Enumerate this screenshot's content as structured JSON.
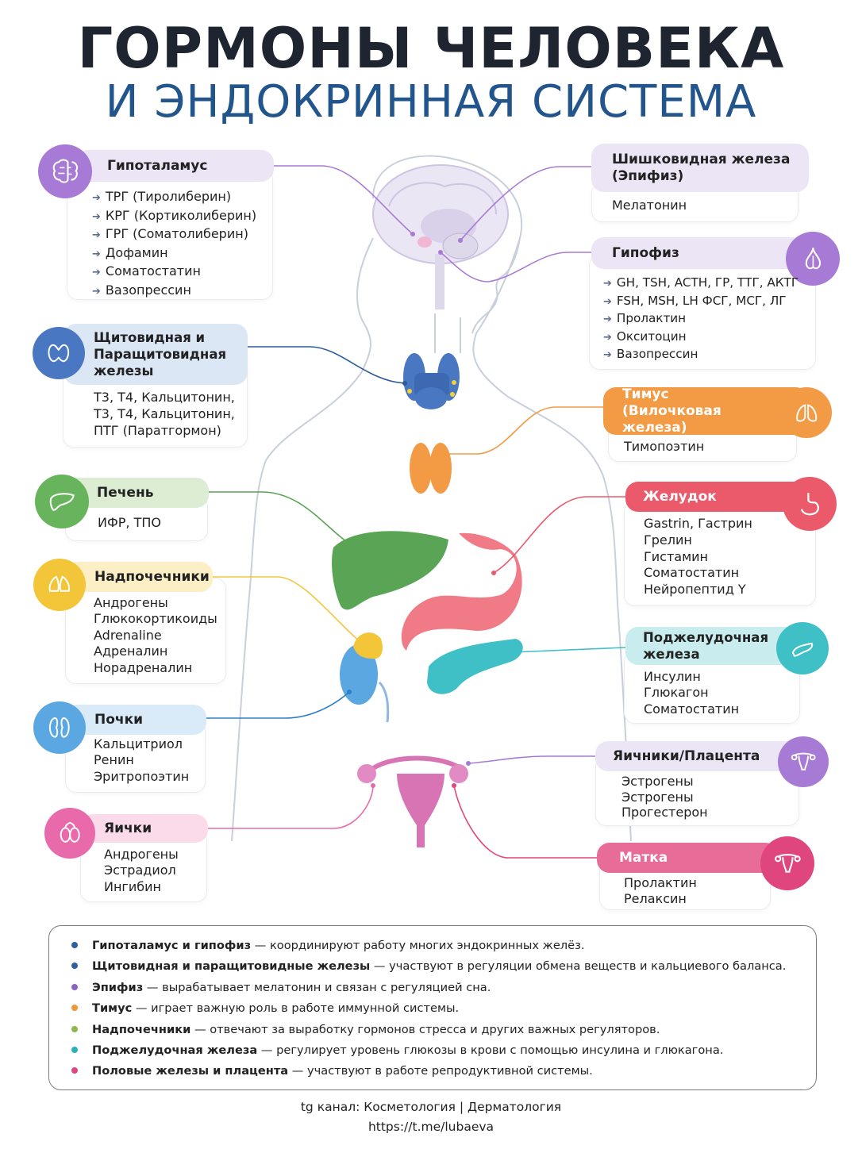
{
  "title": {
    "line1": "ГОРМОНЫ ЧЕЛОВЕКА",
    "line2": "И ЭНДОКРИННАЯ СИСТЕМА"
  },
  "glands": {
    "hypothalamus": {
      "name": "Гипоталамус",
      "items": [
        "ТРГ (Тиролиберин)",
        "КРГ (Кортиколиберин)",
        "ГРГ (Соматолиберин)",
        "Дофамин",
        "Соматостатин",
        "Вазопрессин"
      ],
      "icon": "brain-icon"
    },
    "pineal": {
      "name": "Шишковидная железа (Эпифиз)",
      "items": [
        "Мелатонин"
      ]
    },
    "pituitary": {
      "name": "Гипофиз",
      "items": [
        "GH, TSH, ACTH, ГР, ТТГ, АКТГ",
        "FSH, MSH, LH  ФСГ, МСГ, ЛГ",
        "Пролактин",
        "Окситоцин",
        "Вазопрессин"
      ],
      "icon": "pituitary-icon"
    },
    "thyroid": {
      "name": "Щитовидная и Паращитовидная железы",
      "text": [
        "Т3, Т4, Кальцитонин,",
        "Т3, Т4, Кальцитонин,",
        "ПТГ (Паратгормон)"
      ],
      "icon": "thyroid-icon"
    },
    "thymus": {
      "name": "Тимус (Вилочковая железа)",
      "items": [
        "Тимопоэтин"
      ],
      "icon": "lungs-icon"
    },
    "liver": {
      "name": "Печень",
      "items": [
        "ИФР, ТПО"
      ],
      "icon": "liver-icon"
    },
    "stomach": {
      "name": "Желудок",
      "items": [
        "Gastrin, Гастрин",
        "Грелин",
        "Гистамин",
        "Соматостатин",
        "Нейропептид Y"
      ],
      "icon": "stomach-icon"
    },
    "adrenal": {
      "name": "Надпочечники",
      "items": [
        "Андрогены",
        "Глюкокортикоиды",
        "Adrenaline",
        "Адреналин",
        "Норадреналин"
      ],
      "icon": "adrenal-icon"
    },
    "pancreas": {
      "name": "Поджелудочная железа",
      "items": [
        "Инсулин",
        "Глюкагон",
        "Соматостатин"
      ],
      "icon": "pancreas-icon"
    },
    "kidneys": {
      "name": "Почки",
      "items": [
        "Кальцитриол",
        "Ренин",
        "Эритропоэтин"
      ],
      "icon": "kidney-icon"
    },
    "ovaries": {
      "name": "Яичники/Плацента",
      "items": [
        "Эстрогены",
        "Эстрогены",
        "Прогестерон"
      ],
      "icon": "uterus-icon"
    },
    "testes": {
      "name": "Яички",
      "items": [
        "Андрогены",
        "Эстрадиол",
        "Ингибин"
      ],
      "icon": "testes-icon"
    },
    "uterus": {
      "name": "Матка",
      "items": [
        "Пролактин",
        "Релаксин"
      ],
      "icon": "uterus-icon"
    }
  },
  "info": [
    {
      "bold": "Гипоталамус и гипофиз",
      "text": " — координируют работу многих эндокринных желёз.",
      "color": "#2f5fa0"
    },
    {
      "bold": "Щитовидная и паращитовидные железы",
      "text": " — участвуют в регуляции обмена веществ и кальциевого баланса.",
      "color": "#2f5fa0"
    },
    {
      "bold": "Эпифиз",
      "text": " — вырабатывает мелатонин и связан с регуляцией сна.",
      "color": "#8a63c4"
    },
    {
      "bold": "Тимус",
      "text": " — играет важную роль в работе иммунной системы.",
      "color": "#f0963a"
    },
    {
      "bold": "Надпочечники",
      "text": " — отвечают за выработку гормонов стресса и других важных регуляторов.",
      "color": "#8bb84a"
    },
    {
      "bold": "Поджелудочная железа",
      "text": " — регулирует уровень глюкозы в крови с помощью инсулина и глюкагона.",
      "color": "#2ab0b8"
    },
    {
      "bold": "Половые железы и плацента",
      "text": " — участвуют в работе репродуктивной системы.",
      "color": "#e0467e"
    }
  ],
  "footer": {
    "line1": "tg канал: Косметология | Дерматология",
    "line2": "https://t.me/lubaeva"
  },
  "colors": {
    "hypothalamus": "#a77ad6",
    "pineal": "#e9e3f5",
    "pituitary": "#a77ad6",
    "thyroid": "#4a77c2",
    "thymus": "#f39a45",
    "liver": "#68b45c",
    "stomach": "#ea5a6a",
    "adrenal": "#f3c63a",
    "pancreas": "#3fbfc6",
    "kidneys": "#5aa7e2",
    "ovaries": "#a77ad6",
    "testes": "#e86aab",
    "uterus": "#e0467e"
  }
}
